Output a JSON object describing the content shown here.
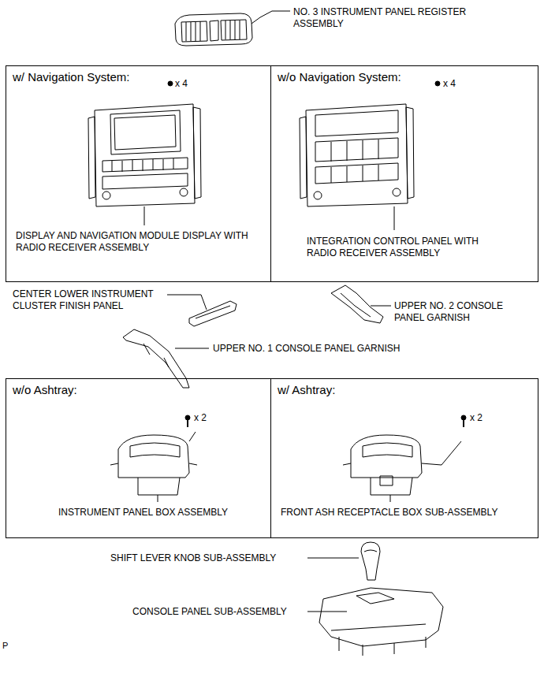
{
  "diagram": {
    "nodes": [
      {
        "text": [
          "w/ Navigation System:",
          "x 4",
          "DISPLAY AND NAVIGATION MODULE DISPLAY WITH RADIO RECEIVER ASSEMBLY"
        ]
      },
      {
        "text": [
          "w/o Navigation System:",
          "x 4",
          "INTEGRATION CONTROL PANEL WITH RADIO RECEIVER ASSEMBLY"
        ]
      },
      {
        "text": [
          "w/o Ashtray:",
          "x 2",
          "INSTRUMENT PANEL BOX ASSEMBLY"
        ]
      },
      {
        "text": [
          "w/ Ashtray:",
          "x 2",
          "FRONT ASH RECEPTACLE BOX SUB-ASSEMBLY"
        ]
      }
    ],
    "labels": [
      "NO. 3 INSTRUMENT PANEL REGISTER ASSEMBLY",
      "CENTER LOWER INSTRUMENT CLUSTER FINISH PANEL",
      "UPPER NO. 2 CONSOLE PANEL GARNISH",
      "UPPER NO. 1 CONSOLE PANEL GARNISH",
      "SHIFT LEVER KNOB SUB-ASSEMBLY",
      "CONSOLE PANEL SUB-ASSEMBLY",
      "P"
    ]
  }
}
